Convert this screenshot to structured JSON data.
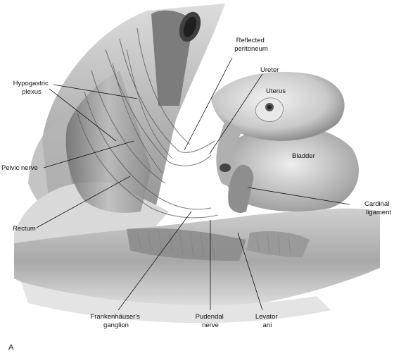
{
  "figure_letter": "A",
  "labels": {
    "hypogastric_plexus": [
      "Hypogastric",
      "plexus"
    ],
    "reflected_peritoneum": [
      "Reflected",
      "peritoneum"
    ],
    "ureter": "Ureter",
    "uterus": "Uterus",
    "bladder": "Bladder",
    "pelvic_nerve": "Pelvic nerve",
    "rectum": "Rectum",
    "cardinal_ligament": [
      "Cardinal",
      "ligament"
    ],
    "frankenhausers_ganglion": [
      "Frankenhäuser's",
      "ganglion"
    ],
    "pudendal_nerve": [
      "Pudendal",
      "nerve"
    ],
    "levator_ani": [
      "Levator",
      "ani"
    ]
  }
}
